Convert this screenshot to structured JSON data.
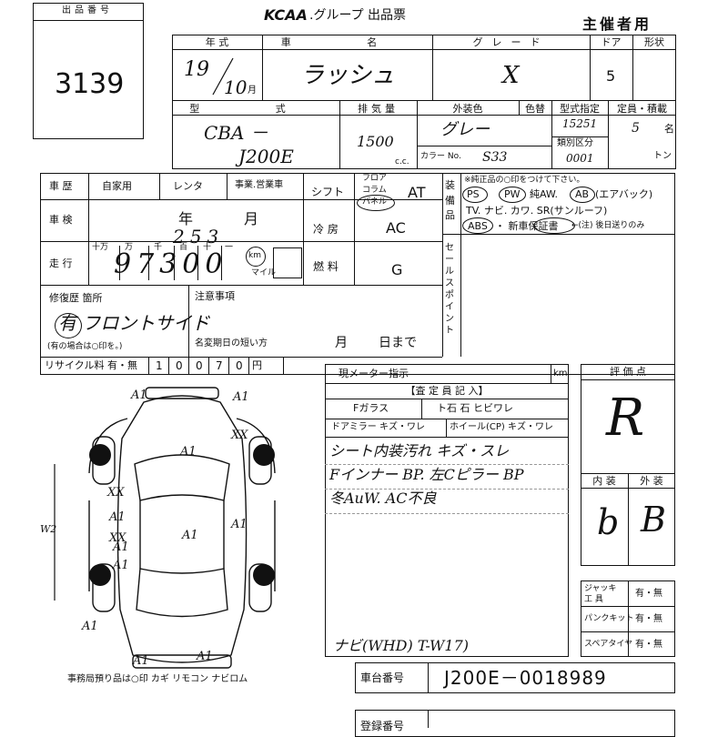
{
  "header": {
    "lot_label": "出品番号",
    "lot_number": "3139",
    "brand_logo": "KCAA",
    "brand_suffix": ".グループ 出品票",
    "organizer": "主催者用"
  },
  "vehicle": {
    "col_year": "年 式",
    "col_name": "車 名",
    "col_grade": "グレード",
    "col_doors": "ドア",
    "col_shape": "形状",
    "year": "19",
    "month": "10",
    "month_unit": "月",
    "name": "ラッシュ",
    "grade": "X",
    "doors": "5",
    "col_model": "型 式",
    "col_displacement": "排気量",
    "col_exterior": "外装色",
    "col_recolor": "色替",
    "col_model_spec": "型式指定",
    "col_capacity": "定員・積載",
    "model_prefix": "CBA －",
    "model_code": "J200E",
    "displacement": "1500",
    "cc_unit": "c.c.",
    "exterior": "グレー",
    "color_no_label": "カラー No.",
    "color_no": "S33",
    "model_spec": "15251",
    "class_label": "類別区分",
    "class_value": "0001",
    "capacity": "5",
    "capacity_unit": "名",
    "load_unit": "トン"
  },
  "history": {
    "history_label": "車 歴",
    "private": "自家用",
    "rental": "レンタ",
    "business": "事業.営業車",
    "inspection_label": "車 検",
    "year_unit": "年",
    "month_unit": "月",
    "mileage_label": "走 行",
    "mileage_digits": [
      "十万",
      "万",
      "千",
      "百",
      "十",
      "一"
    ],
    "mileage_value": "97300",
    "mileage_correction": "253",
    "km_unit": "km",
    "mile_unit": "マイル",
    "shift_label": "シフト",
    "shift_options": [
      "フロア",
      "コラム",
      "パネル"
    ],
    "shift_value": "AT",
    "ac_label": "冷 房",
    "ac_value": "AC",
    "fuel_label": "燃 料",
    "fuel_value": "G"
  },
  "equipment": {
    "label": "装備品",
    "note": "※純正品の○印をつけて下さい。",
    "line1": [
      "PS",
      "PW",
      "純AW.",
      "AB",
      "(エアバック)"
    ],
    "line2": "TV. ナビ. カワ. SR(サンルーフ)",
    "line3": [
      "ABS",
      "・ 新車保証書",
      "←(注) 後日送りのみ"
    ],
    "sales_point_label": "セールスポイント"
  },
  "repair": {
    "label": "修復歴 箇所",
    "value": "有 フロントサイド",
    "hint": "(有の場合は○印を。)",
    "notice_label": "注意事項",
    "rename_label": "名変期日の短い方",
    "month_unit": "月",
    "day_unit": "日まで"
  },
  "recycle": {
    "label": "リサイクル料 有・無",
    "digits": [
      "1",
      "0",
      "0",
      "7",
      "0"
    ],
    "unit": "円"
  },
  "inspection": {
    "meter_label": "現メーター指示",
    "km_unit": "km",
    "inspector_header": "【査 定 員 記 入】",
    "glass_label": "Fガラス",
    "glass_options": "ト石 石 ヒビワレ",
    "mirror_label": "ドアミラー キズ・ワレ",
    "wheel_label": "ホイール(CP) キズ・ワレ",
    "notes": [
      "シート内装汚れ キズ・スレ",
      "Fインナー BP. 左Cピラー BP",
      "冬AuW. AC不良"
    ],
    "nav_note": "ナビ(WHD) T-W17)"
  },
  "rating": {
    "label": "評 価 点",
    "score": "R",
    "interior_label": "内 装",
    "exterior_label": "外 装",
    "interior": "b",
    "exterior": "B"
  },
  "accessories": {
    "rows": [
      {
        "label": "ジャッキ 工 具",
        "value": "有・無"
      },
      {
        "label": "パンクキット",
        "value": "有・無"
      },
      {
        "label": "スペアタイヤ",
        "value": "有・無"
      }
    ]
  },
  "chassis": {
    "label": "車台番号",
    "value": "J200E－0018989",
    "registration_label": "登録番号"
  },
  "diagram": {
    "marks": [
      "A1",
      "A1",
      "A1",
      "XX",
      "A1",
      "XX",
      "A1",
      "A1",
      "A1",
      "XX",
      "A1",
      "A1",
      "A1",
      "A1",
      "W2"
    ],
    "footer": "事務局預り品は○印 カギ リモコン ナビロム"
  }
}
